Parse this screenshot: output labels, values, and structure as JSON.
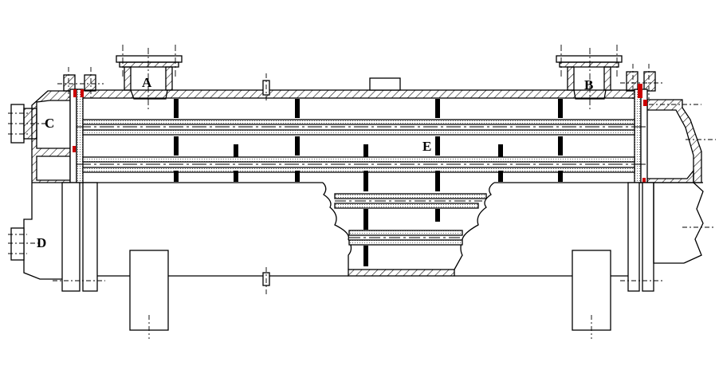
{
  "labels": {
    "a": "A",
    "b": "B",
    "c": "C",
    "d": "D",
    "e": "E"
  },
  "colors": {
    "line": "#000000",
    "gasket": "#cc0000",
    "background": "#ffffff"
  }
}
